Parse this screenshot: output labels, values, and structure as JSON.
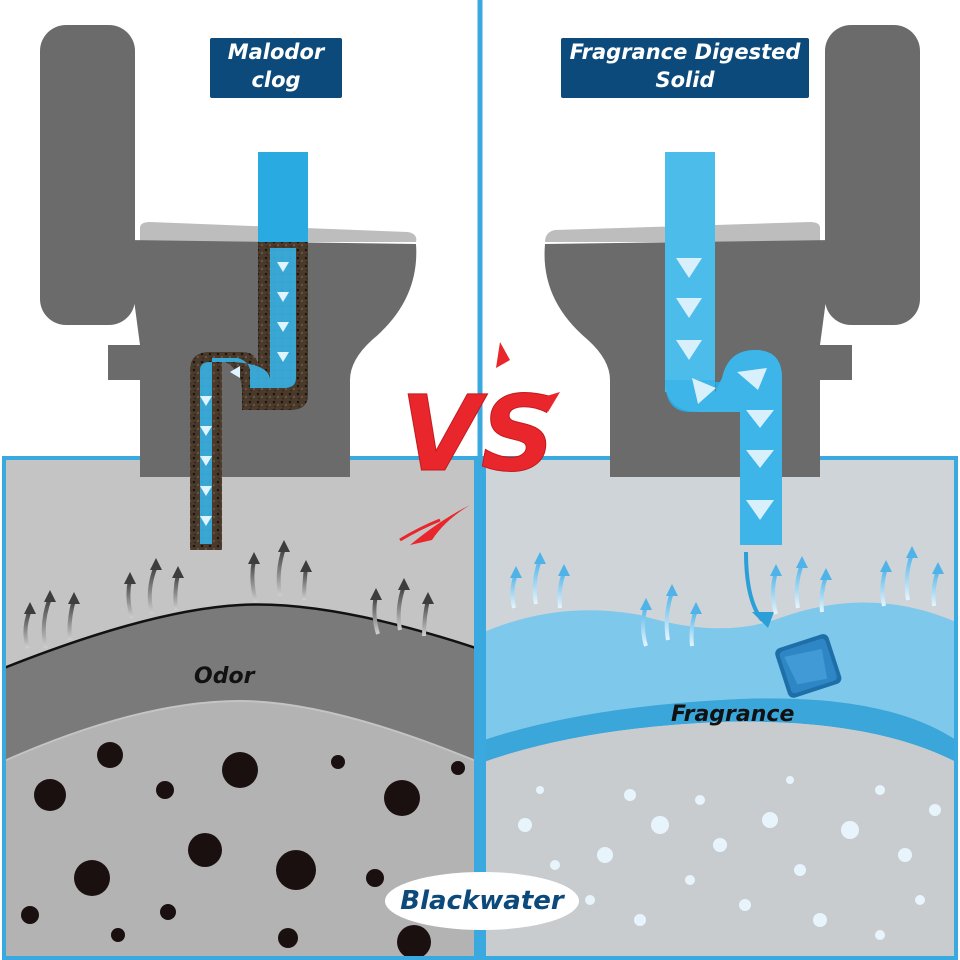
{
  "left": {
    "title_line1": "Malodor",
    "title_line2": "clog",
    "zone_label": "Odor"
  },
  "right": {
    "title_line1": "Fragrance Digested",
    "title_line2": "Solid",
    "zone_label": "Fragrance"
  },
  "center_label": "VS",
  "bottom_label": "Blackwater",
  "colors": {
    "toilet_gray": "#6b6b6b",
    "pipe_blue": "#29aae1",
    "fragrance_blue": "#7ec8ec",
    "frame_blue": "#3aa9e0",
    "title_navy": "#0b4a7a",
    "vs_red": "#e8262b",
    "sludge": "#3a2e24",
    "tank_gray": "#b9b9b9",
    "odor_gray": "#7a7a7a"
  }
}
